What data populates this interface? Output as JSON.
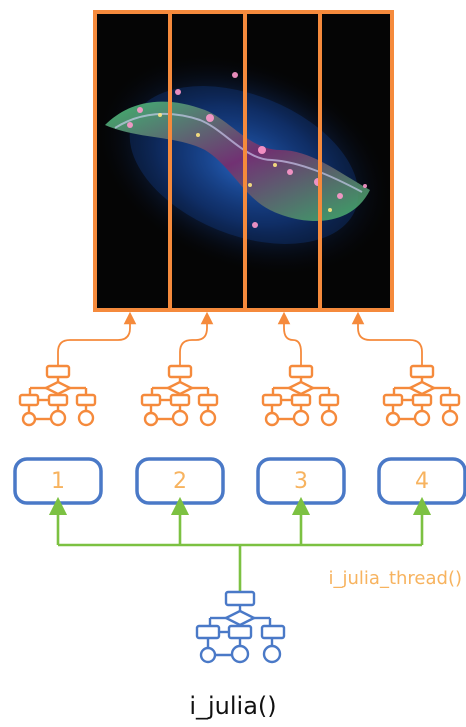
{
  "colors": {
    "orange": "#f58a3c",
    "orange_text": "#f7b35f",
    "blue": "#4a79c7",
    "green": "#7cc142",
    "black": "#050505"
  },
  "image": {
    "panels": 4,
    "content": "Julia set fractal"
  },
  "threads": [
    {
      "label": "1"
    },
    {
      "label": "2"
    },
    {
      "label": "3"
    },
    {
      "label": "4"
    }
  ],
  "labels": {
    "thread_function": "i_julia_thread()",
    "main_function": "i_julia()"
  },
  "icons": {
    "thread_flowchart": "flowchart-icon",
    "main_flowchart": "flowchart-icon"
  }
}
